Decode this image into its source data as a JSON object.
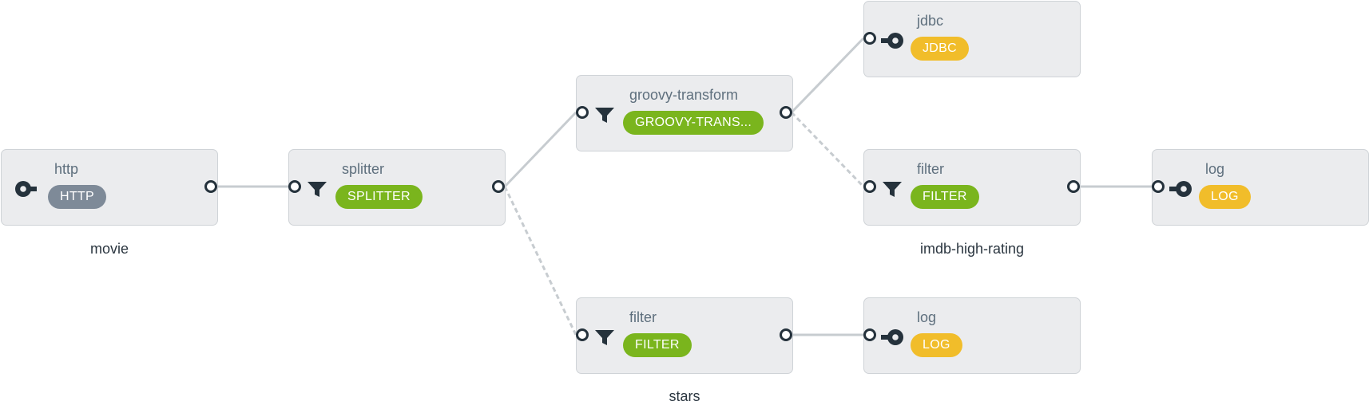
{
  "colors": {
    "http": "#7e8a98",
    "processor": "#7ab51d",
    "sink": "#f1bd2a",
    "node_bg": "#ebecee",
    "port": "#25323c",
    "link": "#c7ccd0"
  },
  "nodes": {
    "http": {
      "name": "http",
      "type": "HTTP",
      "icon": "source-icon"
    },
    "splitter": {
      "name": "splitter",
      "type": "SPLITTER",
      "icon": "filter-icon"
    },
    "groovy": {
      "name": "groovy-transform",
      "type": "GROOVY-TRANS...",
      "icon": "filter-icon"
    },
    "jdbc": {
      "name": "jdbc",
      "type": "JDBC",
      "icon": "sink-icon"
    },
    "filter_high": {
      "name": "filter",
      "type": "FILTER",
      "icon": "filter-icon"
    },
    "log_high": {
      "name": "log",
      "type": "LOG",
      "icon": "sink-icon"
    },
    "filter_stars": {
      "name": "filter",
      "type": "FILTER",
      "icon": "filter-icon"
    },
    "log_stars": {
      "name": "log",
      "type": "LOG",
      "icon": "sink-icon"
    }
  },
  "app_labels": {
    "movie": "movie",
    "imdb": "imdb-high-rating",
    "stars": "stars"
  }
}
